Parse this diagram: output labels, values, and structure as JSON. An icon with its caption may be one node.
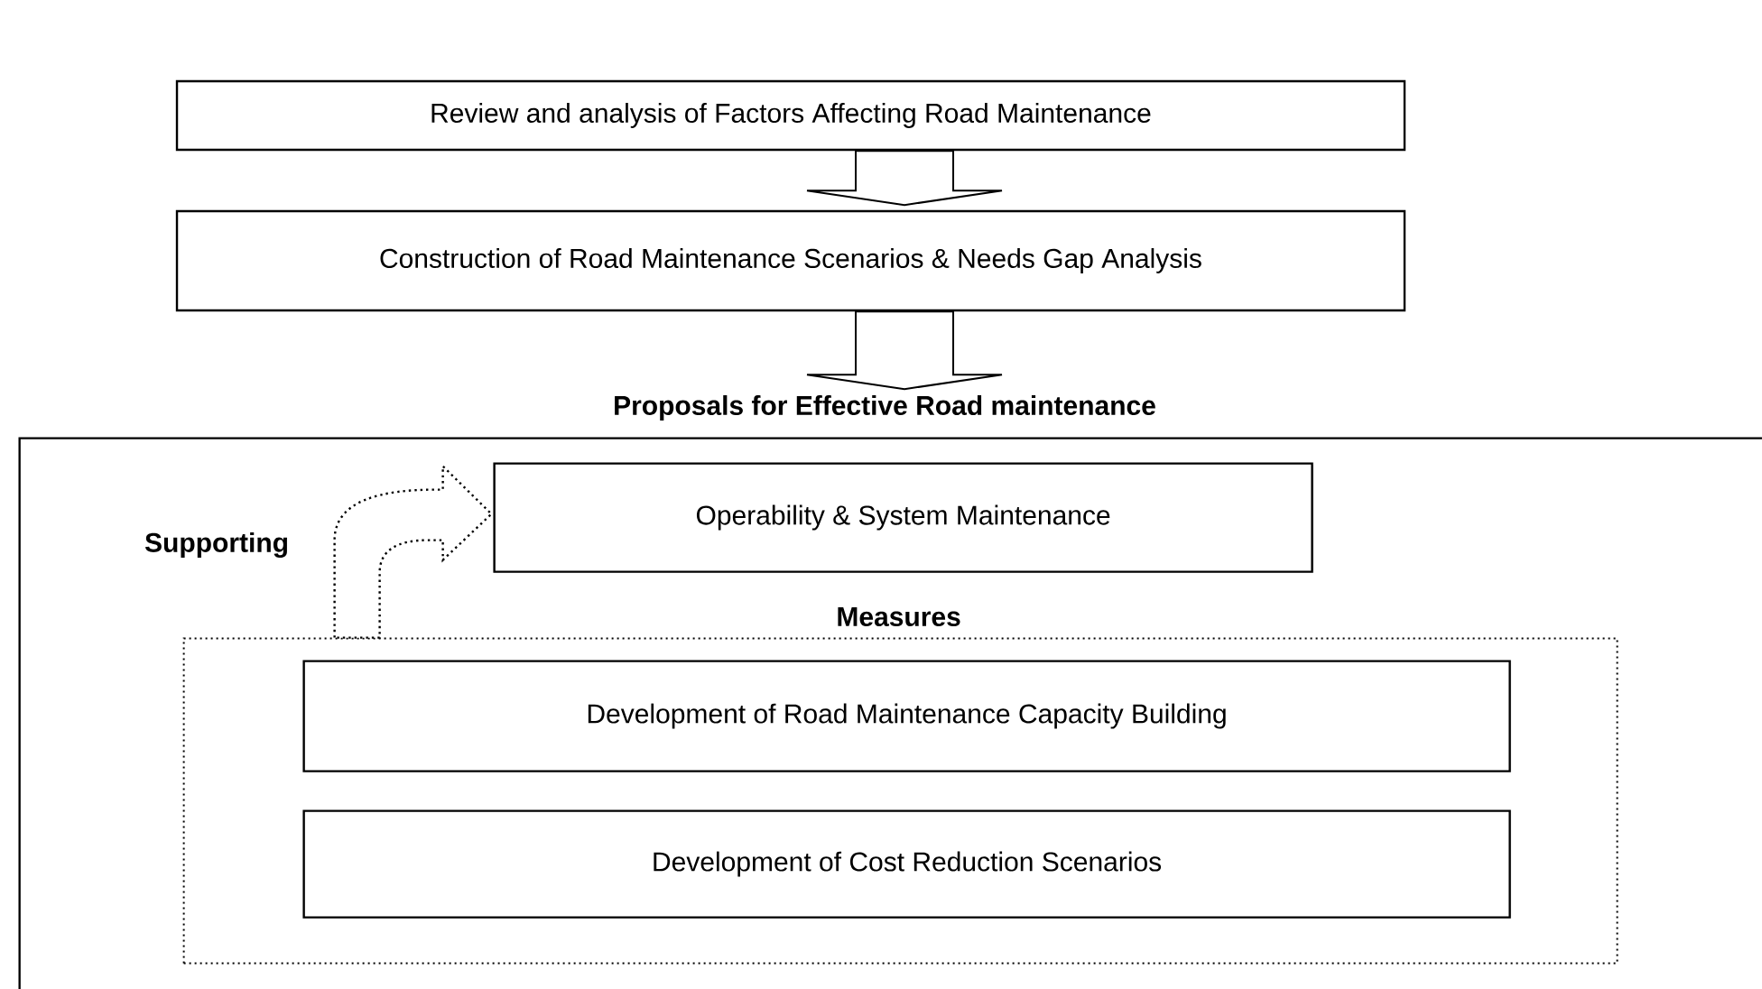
{
  "diagram": {
    "nodes": [
      {
        "text": [
          "Review and analysis of Factors Affecting Road Maintenance"
        ]
      },
      {
        "text": [
          "Construction of Road Maintenance Scenarios & Needs Gap Analysis"
        ]
      },
      {
        "text": [
          "Proposals for Effective Road maintenance"
        ]
      },
      {
        "text": [
          "Operability & System Maintenance"
        ],
        "in": 2
      },
      {
        "text": [
          "Measures"
        ],
        "in": 2
      },
      {
        "text": [
          "Development of Road Maintenance Capacity Building"
        ],
        "in": 4
      },
      {
        "text": [
          "Development of Cost Reduction Scenarios"
        ],
        "in": 4
      }
    ],
    "edges": [
      {
        "from": 0,
        "to": 1,
        "arrow": "to"
      },
      {
        "from": 1,
        "to": 2,
        "arrow": "to"
      },
      {
        "from": 4,
        "to": 3,
        "arrow": "to",
        "style": "dashed",
        "label": "Supporting"
      }
    ]
  }
}
